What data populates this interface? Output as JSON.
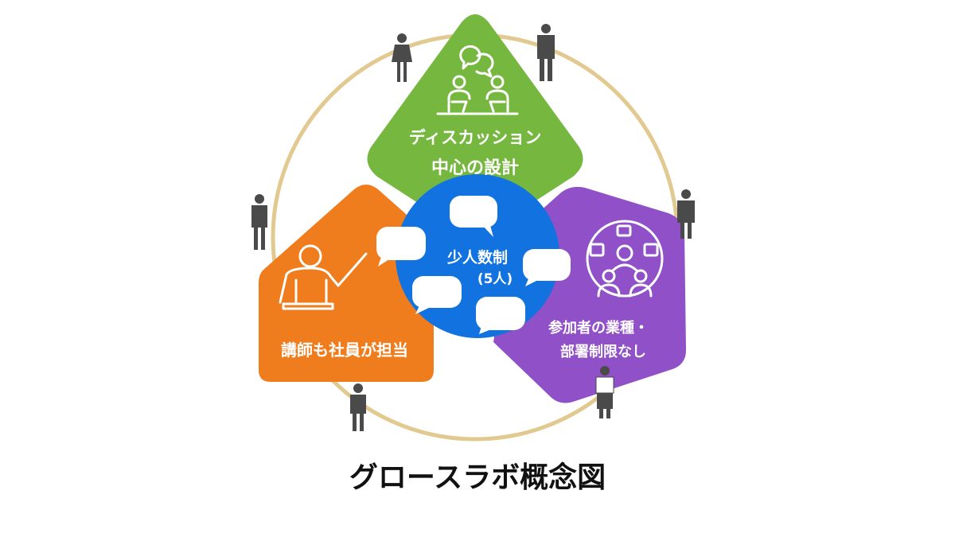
{
  "title": "グロースラボ概念図",
  "center": {
    "line1": "少人数制",
    "line2": "(5人)",
    "color": "#1273e0"
  },
  "segments": [
    {
      "line1": "ディスカッション",
      "line2": "中心の設計",
      "color": "#76b83f",
      "icon": "discussion-icon"
    },
    {
      "line1": "講師も社員が担当",
      "color": "#f07d1d",
      "icon": "lecturer-icon"
    },
    {
      "line1": "参加者の業種・",
      "line2": "部署制限なし",
      "color": "#9050c8",
      "icon": "diverse-group-icon"
    }
  ],
  "ring_color": "#e2c98f",
  "people_color": "#4a4a4a"
}
